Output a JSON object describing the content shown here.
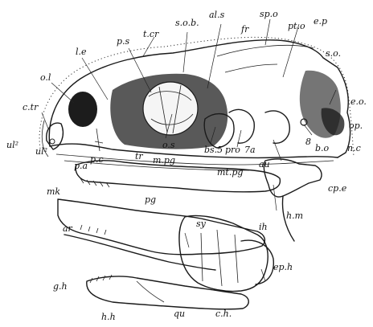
{
  "figure": {
    "labels": [
      {
        "id": "t_cr",
        "text": "t.cr"
      },
      {
        "id": "a_l_s",
        "text": "al.s"
      },
      {
        "id": "s_o_b",
        "text": "s.o.b."
      },
      {
        "id": "f_r",
        "text": "fr"
      },
      {
        "id": "sp_o",
        "text": "sp.o"
      },
      {
        "id": "pt_o",
        "text": "pt.o"
      },
      {
        "id": "e_p",
        "text": "e.p"
      },
      {
        "id": "p_s",
        "text": "p.s"
      },
      {
        "id": "s_o",
        "text": "s.o."
      },
      {
        "id": "l_e",
        "text": "l.e"
      },
      {
        "id": "o_l",
        "text": "o.l"
      },
      {
        "id": "c_tr",
        "text": "c.tr"
      },
      {
        "id": "e_o",
        "text": "e.o."
      },
      {
        "id": "op",
        "text": "op."
      },
      {
        "id": "n_c",
        "text": "n.c"
      },
      {
        "id": "b_o",
        "text": "b.o"
      },
      {
        "id": "ul1",
        "text": "ul²"
      },
      {
        "id": "ul2",
        "text": "ul²"
      },
      {
        "id": "p_c",
        "text": "p.c"
      },
      {
        "id": "tr",
        "text": "tr"
      },
      {
        "id": "o_s",
        "text": "o.s"
      },
      {
        "id": "bs5",
        "text": "bs.5"
      },
      {
        "id": "pro",
        "text": "pro"
      },
      {
        "id": "7a",
        "text": "7a"
      },
      {
        "id": "au",
        "text": "au"
      },
      {
        "id": "8",
        "text": "8"
      },
      {
        "id": "p_a",
        "text": "p.a"
      },
      {
        "id": "m_pg",
        "text": "m.pg"
      },
      {
        "id": "mt_pg",
        "text": "mt.pg"
      },
      {
        "id": "mk",
        "text": "mk"
      },
      {
        "id": "c_p_e",
        "text": "cp.e"
      },
      {
        "id": "pg",
        "text": "pg"
      },
      {
        "id": "h_m",
        "text": "h.m"
      },
      {
        "id": "sy",
        "text": "sy"
      },
      {
        "id": "i_h",
        "text": "ih"
      },
      {
        "id": "ar",
        "text": "ar"
      },
      {
        "id": "ep_h",
        "text": "ep.h"
      },
      {
        "id": "g_h",
        "text": "g.h"
      },
      {
        "id": "h_h",
        "text": "h.h"
      },
      {
        "id": "qu",
        "text": "qu"
      },
      {
        "id": "c_h",
        "text": "c.h."
      }
    ]
  }
}
